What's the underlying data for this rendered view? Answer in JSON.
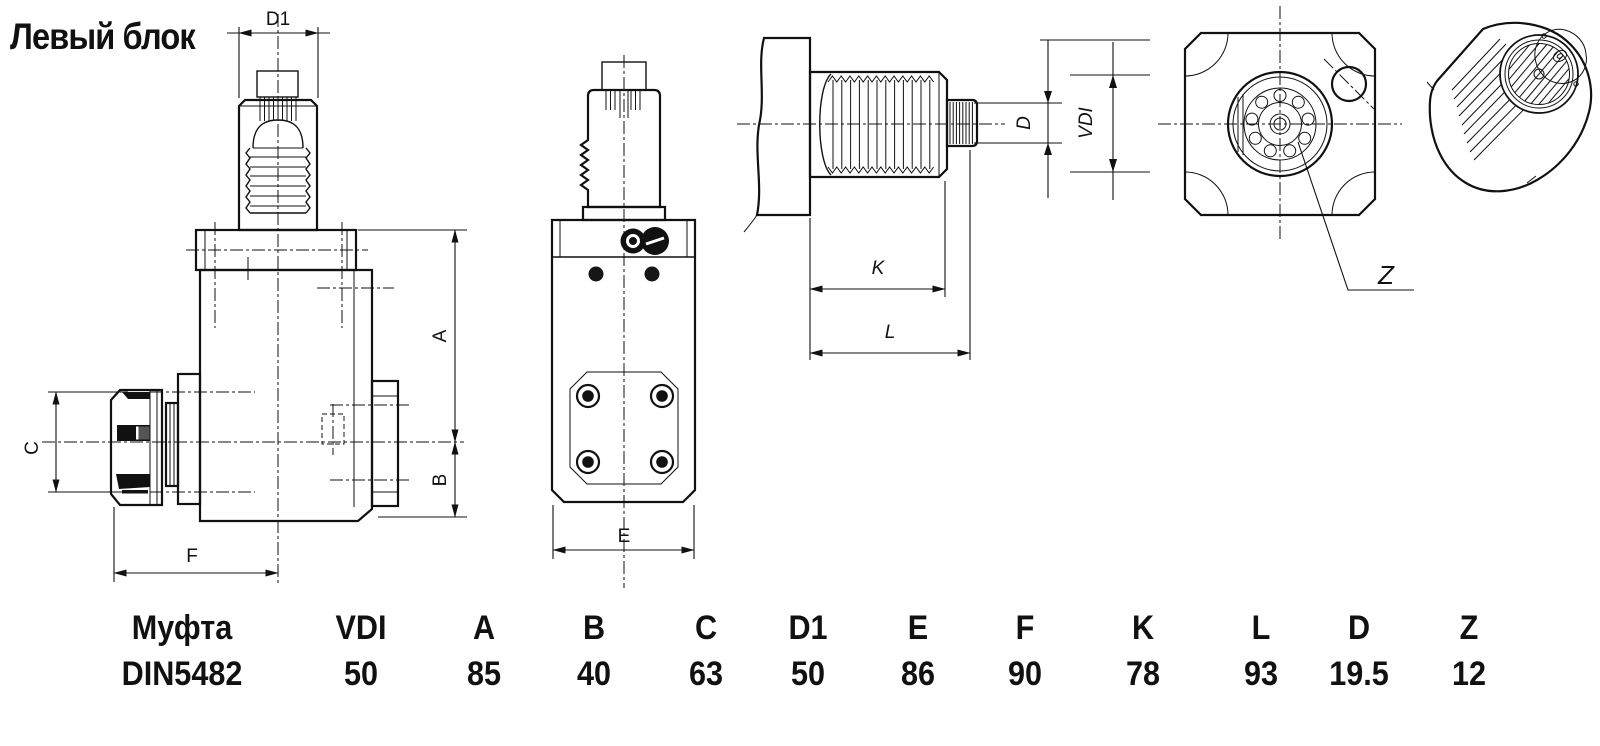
{
  "title": "Левый блок",
  "dimensions": {
    "d1": "D1",
    "a": "A",
    "b": "B",
    "c": "C",
    "e": "E",
    "f": "F",
    "k": "K",
    "l": "L",
    "d": "D",
    "vdi": "VDI",
    "z": "Z"
  },
  "table": {
    "columns": [
      {
        "label": "Муфта",
        "value": "DIN5482"
      },
      {
        "label": "VDI",
        "value": "50"
      },
      {
        "label": "A",
        "value": "85"
      },
      {
        "label": "B",
        "value": "40"
      },
      {
        "label": "C",
        "value": "63"
      },
      {
        "label": "D1",
        "value": "50"
      },
      {
        "label": "E",
        "value": "86"
      },
      {
        "label": "F",
        "value": "90"
      },
      {
        "label": "K",
        "value": "78"
      },
      {
        "label": "L",
        "value": "93"
      },
      {
        "label": "D",
        "value": "19.5"
      },
      {
        "label": "Z",
        "value": "12"
      }
    ]
  },
  "colors": {
    "line": "#111111",
    "background": "#ffffff"
  }
}
